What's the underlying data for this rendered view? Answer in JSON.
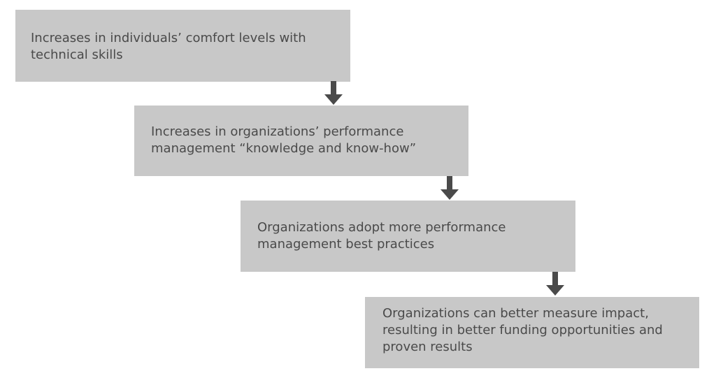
{
  "colors": {
    "box_fill": "#c8c8c8",
    "text": "#4a4a4a",
    "arrow": "#4a4a4a"
  },
  "steps": [
    {
      "text": "Increases in individuals’ comfort levels with\ntechnical skills"
    },
    {
      "text": "Increases in organizations’ performance\nmanagement “knowledge and know-how”"
    },
    {
      "text": "Organizations adopt more performance\nmanagement best practices"
    },
    {
      "text": "Organizations can better measure impact,\nresulting in better funding opportunities and\nproven results"
    }
  ],
  "connectors": [
    {
      "from": 1,
      "to": 2,
      "icon": "arrow-down-icon"
    },
    {
      "from": 2,
      "to": 3,
      "icon": "arrow-down-icon"
    },
    {
      "from": 3,
      "to": 4,
      "icon": "arrow-down-icon"
    }
  ]
}
